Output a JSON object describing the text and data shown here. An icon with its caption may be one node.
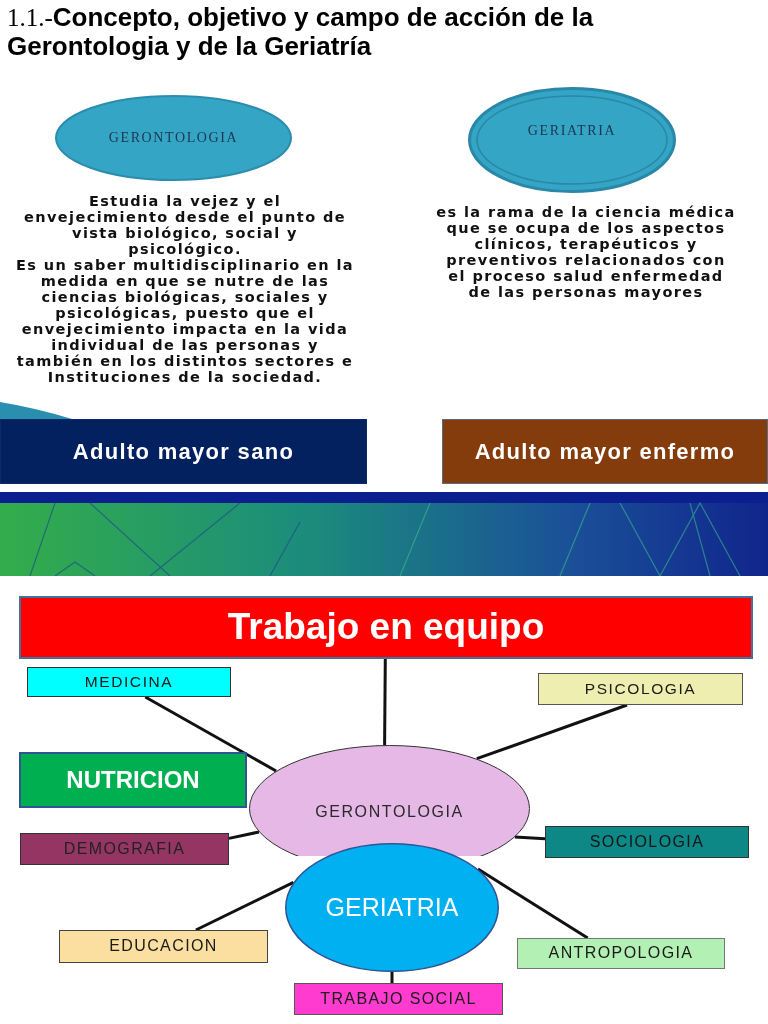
{
  "diagram": {
    "title": "1.1.-**Concepto, objetivo y campo de acción de la Gerontologia y de la Geriatría**",
    "nodes": [
      {
        "text": [
          "GERONTOLOGIA"
        ],
        "beside": [
          "Estudia la vejez y el envejecimiento desde el punto de vista biológico, social y psicológico.",
          "Es un saber multidisciplinario en la medida en que se nutre de las ciencias biológicas, sociales y psicológicas, puesto que el envejecimiento impacta en la vida individual de las personas y también en los distintos sectores e Instituciones de la sociedad."
        ]
      },
      {
        "text": [
          "GERIATRIA"
        ],
        "beside": [
          "es la rama de la ciencia médica que se ocupa de los aspectos clínicos, terapéuticos y preventivos relacionados con el proceso salud enfermedad de las personas mayores"
        ]
      },
      {
        "text": [
          "Adulto mayor sano"
        ]
      },
      {
        "text": [
          "Adulto mayor enfermo"
        ]
      },
      {
        "text": [
          "Trabajo en equipo"
        ]
      },
      {
        "text": [
          "MEDICINA"
        ]
      },
      {
        "text": [
          "PSICOLOGIA"
        ]
      },
      {
        "text": [
          "NUTRICION"
        ]
      },
      {
        "text": [
          "GERONTOLOGIA"
        ]
      },
      {
        "text": [
          "DEMOGRAFIA"
        ]
      },
      {
        "text": [
          "SOCIOLOGIA"
        ]
      },
      {
        "text": [
          "GERIATRIA"
        ]
      },
      {
        "text": [
          "EDUCACION"
        ]
      },
      {
        "text": [
          "ANTROPOLOGIA"
        ]
      },
      {
        "text": [
          "TRABAJO SOCIAL"
        ]
      }
    ],
    "edges": [
      {
        "from": 4,
        "to": 8,
        "arrow": "none"
      },
      {
        "from": 5,
        "to": 8,
        "arrow": "none"
      },
      {
        "from": 6,
        "to": 8,
        "arrow": "none"
      },
      {
        "from": 9,
        "to": 8,
        "arrow": "none"
      },
      {
        "from": 10,
        "to": 8,
        "arrow": "none"
      },
      {
        "from": 12,
        "to": 11,
        "arrow": "none"
      },
      {
        "from": 13,
        "to": 11,
        "arrow": "none"
      },
      {
        "from": 14,
        "to": 11,
        "arrow": "none"
      }
    ]
  }
}
